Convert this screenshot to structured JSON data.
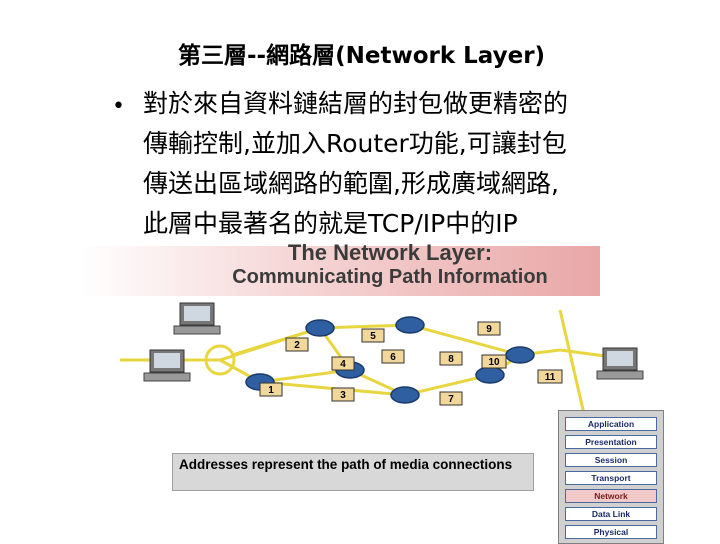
{
  "slide": {
    "title": "第三層--網路層(Network Layer)",
    "bullet_marker": "•",
    "bullet_lines": [
      "對於來自資料鏈結層的封包做更精密的",
      "傳輸控制,並加入Router功能,可讓封包",
      "傳送出區域網路的範圍,形成廣域網路,",
      "此層中最著名的就是TCP/IP中的IP"
    ]
  },
  "figure": {
    "banner_line1": "The Network Layer:",
    "banner_line2": "Communicating Path Information",
    "link_numbers": [
      "1",
      "2",
      "3",
      "4",
      "5",
      "6",
      "7",
      "8",
      "9",
      "10",
      "11"
    ],
    "caption": "Addresses represent the path of media connections",
    "osi_layers": [
      "Application",
      "Presentation",
      "Session",
      "Transport",
      "Network",
      "Data Link",
      "Physical"
    ],
    "highlighted_layer": "Network",
    "colors": {
      "link": "#e8d640",
      "router": "#2f5fa0",
      "label_box": "#f2d79a"
    }
  }
}
